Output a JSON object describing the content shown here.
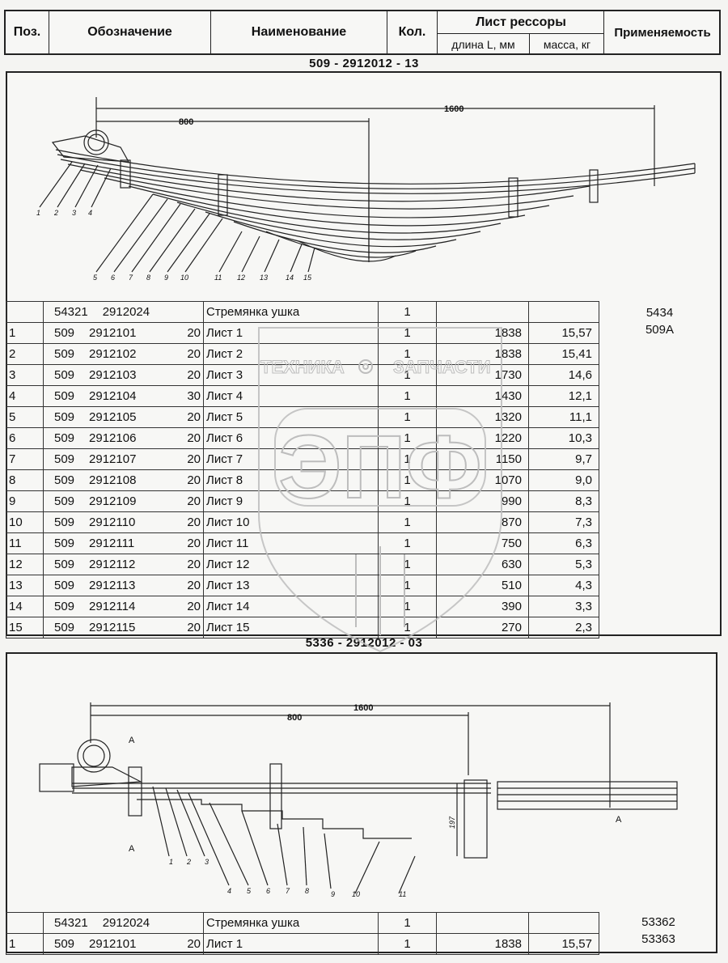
{
  "header": {
    "pos": "Поз.",
    "designation": "Обозначение",
    "name": "Наименование",
    "qty": "Кол.",
    "leaf": "Лист рессоры",
    "length": "длина L, мм",
    "mass": "масса, кг",
    "applicability": "Применяемость"
  },
  "watermark": {
    "left": "ТЕХНИКА",
    "right": "ЗАПЧАСТИ",
    "logo": "ЭПФ"
  },
  "section1": {
    "title": "509 - 2912012 - 13",
    "dims": {
      "total": "1600",
      "half": "800"
    },
    "callouts": [
      "1",
      "2",
      "3",
      "4",
      "5",
      "6",
      "7",
      "8",
      "9",
      "10",
      "11",
      "12",
      "13",
      "14",
      "15"
    ],
    "applicability": [
      "5434",
      "509А"
    ],
    "rows": [
      {
        "pos": "",
        "d1": "54321",
        "d2": "2912024",
        "d3": "",
        "name": "Стремянка ушка",
        "qty": "1",
        "len": "",
        "mass": ""
      },
      {
        "pos": "1",
        "d1": "509",
        "d2": "2912101",
        "d3": "20",
        "name": "Лист 1",
        "qty": "1",
        "len": "1838",
        "mass": "15,57"
      },
      {
        "pos": "2",
        "d1": "509",
        "d2": "2912102",
        "d3": "20",
        "name": "Лист 2",
        "qty": "1",
        "len": "1838",
        "mass": "15,41"
      },
      {
        "pos": "3",
        "d1": "509",
        "d2": "2912103",
        "d3": "20",
        "name": "Лист 3",
        "qty": "1",
        "len": "1730",
        "mass": "14,6"
      },
      {
        "pos": "4",
        "d1": "509",
        "d2": "2912104",
        "d3": "30",
        "name": "Лист 4",
        "qty": "1",
        "len": "1430",
        "mass": "12,1"
      },
      {
        "pos": "5",
        "d1": "509",
        "d2": "2912105",
        "d3": "20",
        "name": "Лист 5",
        "qty": "1",
        "len": "1320",
        "mass": "11,1"
      },
      {
        "pos": "6",
        "d1": "509",
        "d2": "2912106",
        "d3": "20",
        "name": "Лист 6",
        "qty": "1",
        "len": "1220",
        "mass": "10,3"
      },
      {
        "pos": "7",
        "d1": "509",
        "d2": "2912107",
        "d3": "20",
        "name": "Лист 7",
        "qty": "1",
        "len": "1150",
        "mass": "9,7"
      },
      {
        "pos": "8",
        "d1": "509",
        "d2": "2912108",
        "d3": "20",
        "name": "Лист 8",
        "qty": "1",
        "len": "1070",
        "mass": "9,0"
      },
      {
        "pos": "9",
        "d1": "509",
        "d2": "2912109",
        "d3": "20",
        "name": "Лист 9",
        "qty": "1",
        "len": "990",
        "mass": "8,3"
      },
      {
        "pos": "10",
        "d1": "509",
        "d2": "2912110",
        "d3": "20",
        "name": "Лист 10",
        "qty": "1",
        "len": "870",
        "mass": "7,3"
      },
      {
        "pos": "11",
        "d1": "509",
        "d2": "2912111",
        "d3": "20",
        "name": "Лист 11",
        "qty": "1",
        "len": "750",
        "mass": "6,3"
      },
      {
        "pos": "12",
        "d1": "509",
        "d2": "2912112",
        "d3": "20",
        "name": "Лист 12",
        "qty": "1",
        "len": "630",
        "mass": "5,3"
      },
      {
        "pos": "13",
        "d1": "509",
        "d2": "2912113",
        "d3": "20",
        "name": "Лист 13",
        "qty": "1",
        "len": "510",
        "mass": "4,3"
      },
      {
        "pos": "14",
        "d1": "509",
        "d2": "2912114",
        "d3": "20",
        "name": "Лист 14",
        "qty": "1",
        "len": "390",
        "mass": "3,3"
      },
      {
        "pos": "15",
        "d1": "509",
        "d2": "2912115",
        "d3": "20",
        "name": "Лист 15",
        "qty": "1",
        "len": "270",
        "mass": "2,3"
      }
    ]
  },
  "section2": {
    "title": "5336 - 2912012 - 03",
    "dims": {
      "total": "1600",
      "half": "800",
      "height": "197"
    },
    "section_mark": "А",
    "callouts": [
      "1",
      "2",
      "3",
      "4",
      "5",
      "6",
      "7",
      "8",
      "9",
      "10",
      "11"
    ],
    "applicability": [
      "53362",
      "53363"
    ],
    "rows": [
      {
        "pos": "",
        "d1": "54321",
        "d2": "2912024",
        "d3": "",
        "name": "Стремянка ушка",
        "qty": "1",
        "len": "",
        "mass": ""
      },
      {
        "pos": "1",
        "d1": "509",
        "d2": "2912101",
        "d3": "20",
        "name": "Лист 1",
        "qty": "1",
        "len": "1838",
        "mass": "15,57"
      }
    ]
  }
}
